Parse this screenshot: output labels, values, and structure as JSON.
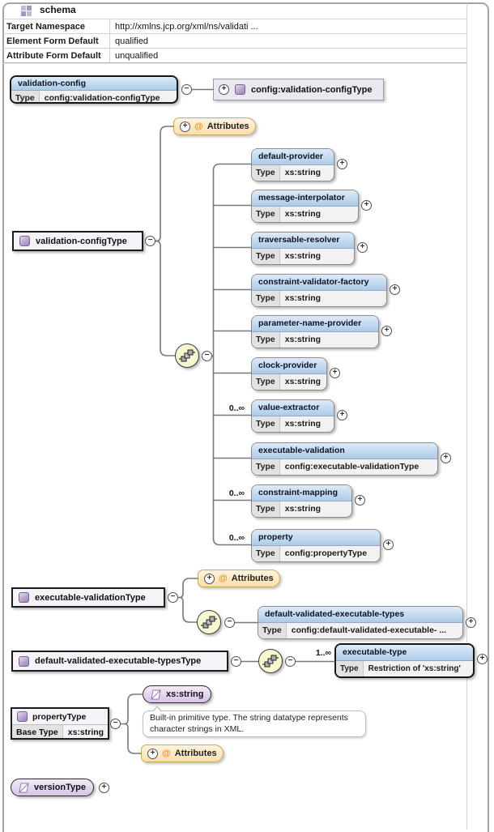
{
  "icons": {
    "plus": "+",
    "minus": "−",
    "at": "@"
  },
  "labels": {
    "type": "Type",
    "base_type": "Base Type",
    "attributes": "Attributes"
  },
  "schema_panel": {
    "title": "schema",
    "properties": [
      {
        "label": "Target Namespace",
        "value": "http://xmlns.jcp.org/xml/ns/validati ..."
      },
      {
        "label": "Element Form Default",
        "value": "qualified"
      },
      {
        "label": "Attribute Form Default",
        "value": "unqualified"
      }
    ]
  },
  "root_element": {
    "name": "validation-config",
    "type": "config:validation-configType"
  },
  "type_reference": {
    "name": "config:validation-configType"
  },
  "validation_config_type": {
    "name": "validation-configType"
  },
  "sequence_elements": [
    {
      "name": "default-provider",
      "type": "xs:string",
      "occurs": ""
    },
    {
      "name": "message-interpolator",
      "type": "xs:string",
      "occurs": ""
    },
    {
      "name": "traversable-resolver",
      "type": "xs:string",
      "occurs": ""
    },
    {
      "name": "constraint-validator-factory",
      "type": "xs:string",
      "occurs": ""
    },
    {
      "name": "parameter-name-provider",
      "type": "xs:string",
      "occurs": ""
    },
    {
      "name": "clock-provider",
      "type": "xs:string",
      "occurs": ""
    },
    {
      "name": "value-extractor",
      "type": "xs:string",
      "occurs": "0..∞"
    },
    {
      "name": "executable-validation",
      "type": "config:executable-validationType",
      "occurs": ""
    },
    {
      "name": "constraint-mapping",
      "type": "xs:string",
      "occurs": "0..∞"
    },
    {
      "name": "property",
      "type": "config:propertyType",
      "occurs": "0..∞"
    }
  ],
  "executable_validation_type": {
    "name": "executable-validationType",
    "child": {
      "name": "default-validated-executable-types",
      "type": "config:default-validated-executable- ..."
    }
  },
  "default_validated_executable_types_type": {
    "name": "default-validated-executable-typesType",
    "child": {
      "name": "executable-type",
      "type": "Restriction of 'xs:string'",
      "occurs": "1..∞"
    }
  },
  "property_type": {
    "name": "propertyType",
    "base_type": "xs:string",
    "simple_type_ref": "xs:string",
    "note": "Built-in primitive type. The string datatype represents character strings in XML."
  },
  "version_type": {
    "name": "versionType"
  }
}
